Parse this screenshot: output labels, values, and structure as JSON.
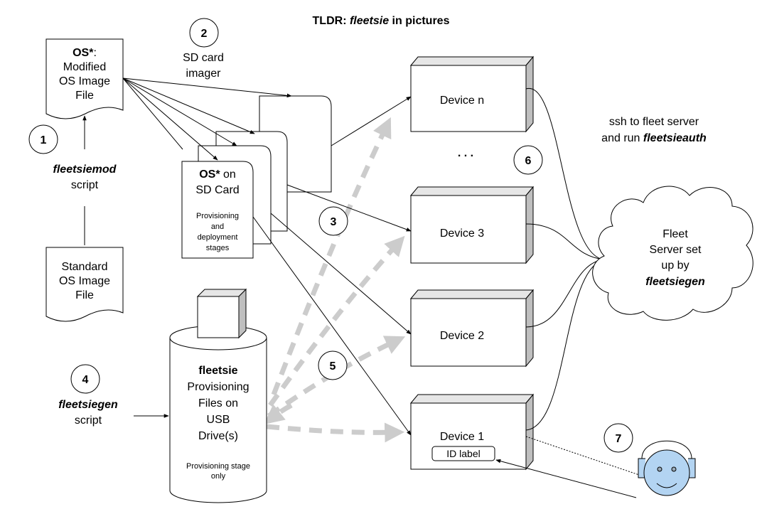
{
  "title": {
    "prefix": "TLDR: ",
    "emph": "fleetsie",
    "suffix": " in pictures"
  },
  "steps": [
    "1",
    "2",
    "3",
    "4",
    "5",
    "6",
    "7"
  ],
  "modified_os": {
    "line1_bold": "OS*",
    "line1_rest": ":",
    "line2": "Modified",
    "line3": "OS Image",
    "line4": "File"
  },
  "standard_os": {
    "line1": "Standard",
    "line2": "OS Image",
    "line3": "File"
  },
  "fleetsiemod": {
    "name": "fleetsiemod",
    "suffix": "script"
  },
  "fleetsiegen_script": {
    "name": "fleetsiegen",
    "suffix": "script"
  },
  "sd_imager": {
    "line1": "SD card",
    "line2": "imager"
  },
  "sd_card": {
    "line1_bold": "OS*",
    "line1_rest": " on",
    "line2": "SD Card",
    "sub1": "Provisioning",
    "sub2": "and",
    "sub3": "deployment",
    "sub4": "stages"
  },
  "usb": {
    "line1": "fleetsie",
    "line2": "Provisioning",
    "line3": "Files on",
    "line4": "USB",
    "line5": "Drive(s)",
    "sub1": "Provisioning stage",
    "sub2": "only"
  },
  "devices": [
    "Device n",
    "Device 3",
    "Device 2",
    "Device 1"
  ],
  "ellipsis": ". . .",
  "id_label": "ID label",
  "ssh_note": {
    "line1": "ssh to fleet server",
    "line2_prefix": "and run ",
    "line2_emph": "fleetsieauth"
  },
  "fleet_server": {
    "line1": "Fleet",
    "line2": "Server set",
    "line3": "up by",
    "line4": "fleetsiegen"
  },
  "colors": {
    "gray_arrow": "#cccccc",
    "device_side": "#bfbfbf",
    "robot": "#b3d4f2"
  },
  "icons": [
    "robot-user-icon",
    "document-shape-icon",
    "cloud-shape-icon",
    "cylinder-shape-icon",
    "cube-shape-icon"
  ]
}
